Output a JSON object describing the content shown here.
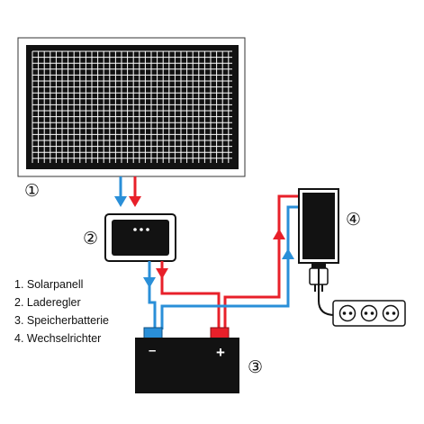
{
  "labels": {
    "panel_num": "①",
    "regulator_num": "②",
    "battery_num": "③",
    "inverter_num": "④"
  },
  "legend": [
    "1. Solarpanell",
    "2. Laderegler",
    "3. Speicherbatterie",
    "4. Wechselrichter"
  ],
  "battery": {
    "minus": "–",
    "plus": "+"
  },
  "colors": {
    "positive_wire": "#e8202a",
    "negative_wire": "#2a8fd8",
    "device_fill": "#121212",
    "panel_grid": "#ffffff"
  }
}
